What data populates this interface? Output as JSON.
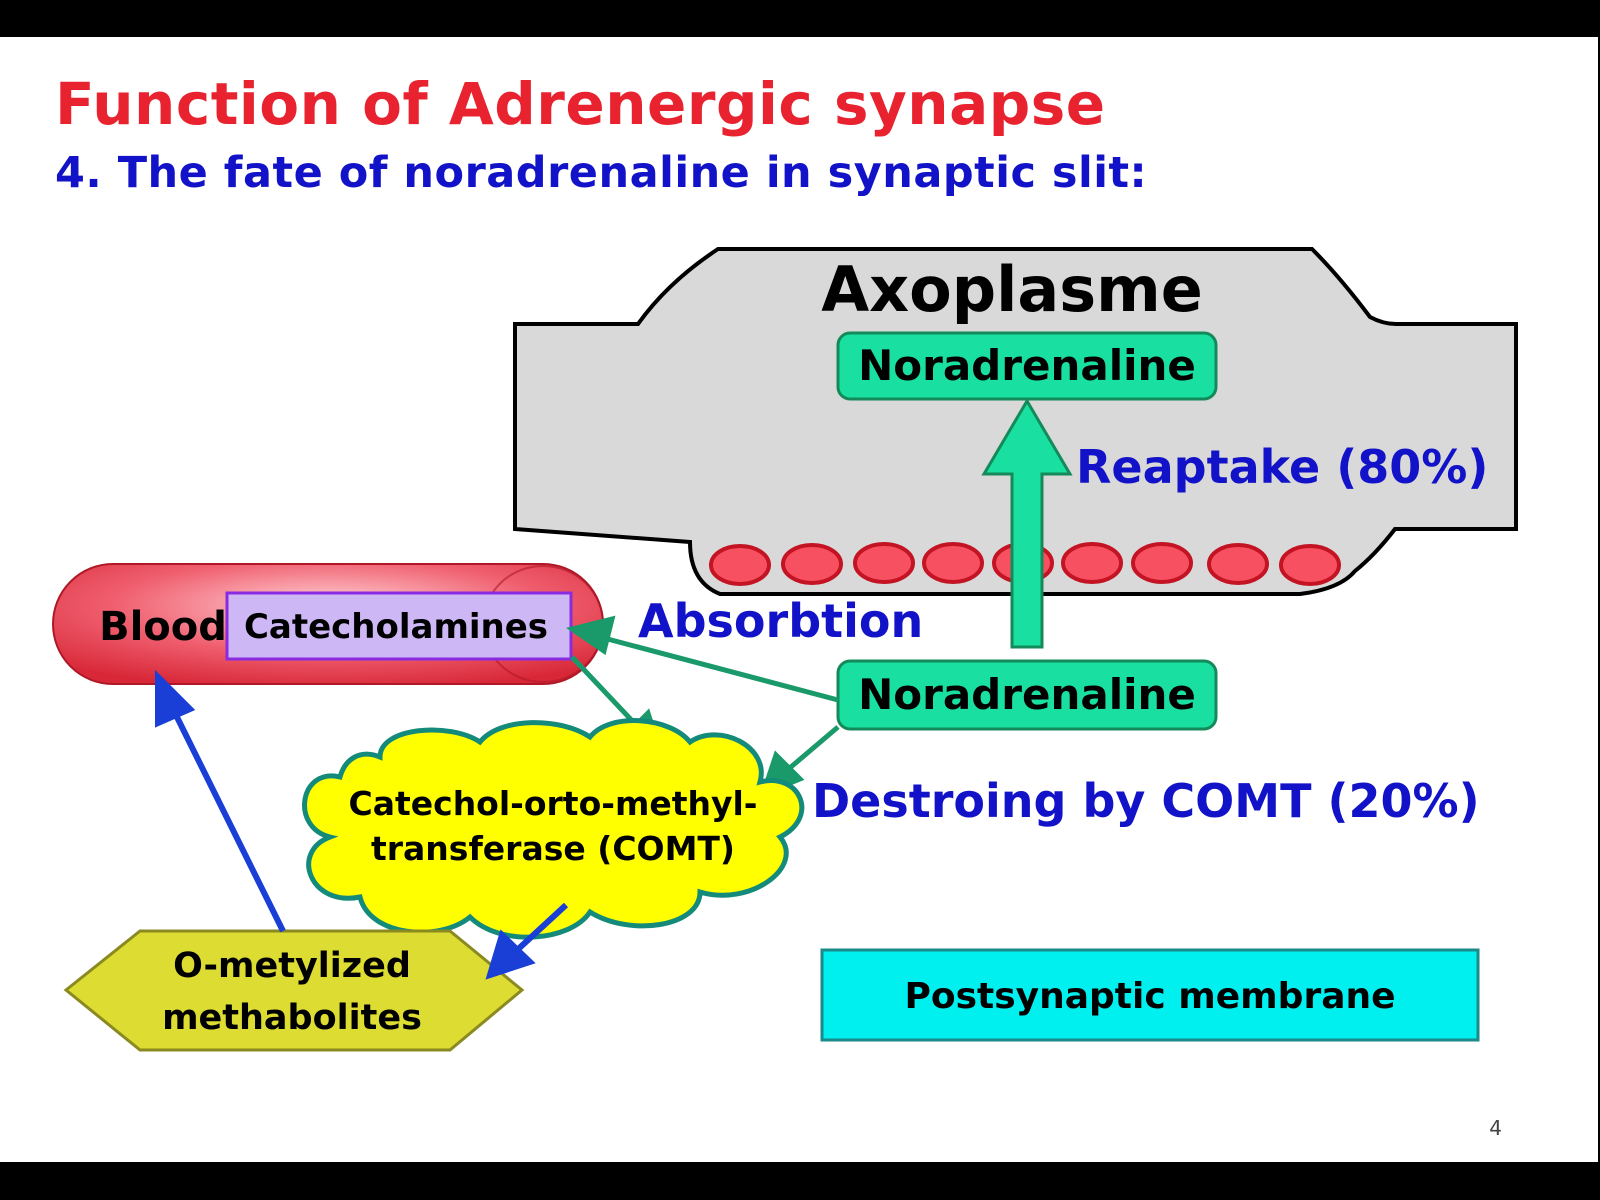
{
  "title": "Function of Adrenergic synapse",
  "subtitle": "4. The fate of noradrenaline in synaptic slit:",
  "nodes": {
    "axoplasm": "Axoplasme",
    "noradrenaline_top": "Noradrenaline",
    "noradrenaline_bottom": "Noradrenaline",
    "blood": "Blood",
    "catecholamines": "Catecholamines",
    "comt_line1": "Catechol-orto-methyl-",
    "comt_line2": "transferase (COMT)",
    "metabolites_line1": "O-metylized",
    "metabolites_line2": "methabolites",
    "postsynaptic": "Postsynaptic membrane"
  },
  "edges": {
    "reuptake": "Reaptake (80%)",
    "absorption": "Absorbtion",
    "destroying": "Destroing by COMT (20%)"
  },
  "colors": {
    "title": "#e8232f",
    "subtitle": "#1212c8",
    "green_node": "#19e0a0",
    "green_arrow": "#1a9a6a",
    "blue_arrow": "#1a3fd6",
    "cloud": "#ffff00",
    "hexagon": "#dcdc33",
    "postsynaptic": "#00f0f0",
    "catecholamines": "#cdb8f5",
    "axoplasm": "#d9d9d9",
    "vesicle": "#f53545",
    "blood": "#e84050"
  },
  "page_number": "4"
}
